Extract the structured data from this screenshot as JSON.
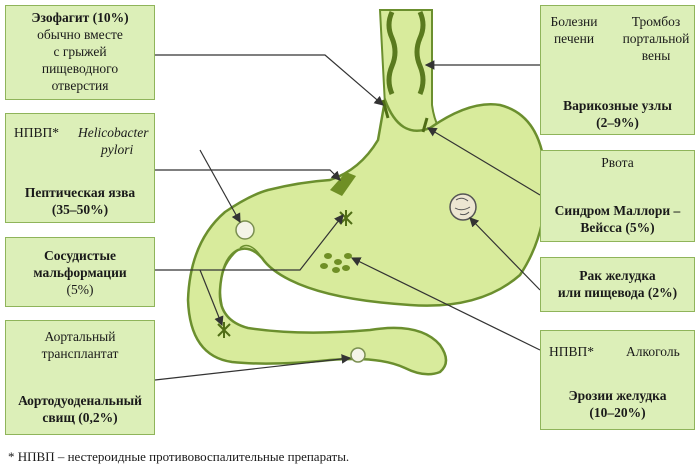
{
  "boxes": {
    "esophagitis": {
      "line1": "Эзофагит (10%)",
      "line2": "обычно вместе",
      "line3": "с грыжей",
      "line4": "пищеводного",
      "line5": "отверстия"
    },
    "peptic": {
      "cause1": "НПВП*",
      "cause2a": "Helicobacter",
      "cause2b": "pylori",
      "title": "Пептическая язва",
      "percent": "(35–50%)"
    },
    "vascular": {
      "line1": "Сосудистые",
      "line2": "мальформации",
      "percent": "(5%)"
    },
    "aortic": {
      "cause1": "Аортальный",
      "cause2": "трансплантат",
      "title": "Аортодуоденальный",
      "title2": "свищ (0,2%)"
    },
    "varices": {
      "cause1a": "Болезни",
      "cause1b": "печени",
      "cause2a": "Тромбоз",
      "cause2b": "портальной",
      "cause2c": "вены",
      "title": "Варикозные узлы",
      "percent": "(2–9%)"
    },
    "mallory": {
      "cause": "Рвота",
      "title": "Синдром Маллори –",
      "title2": "Вейсса (5%)"
    },
    "cancer": {
      "line1": "Рак желудка",
      "line2": "или пищевода (2%)"
    },
    "erosions": {
      "cause1": "НПВП*",
      "cause2": "Алкоголь",
      "title": "Эрозии желудка",
      "percent": "(10–20%)"
    }
  },
  "footnote": "* НПВП – нестероидные противовоспалительные препараты.",
  "colors": {
    "box_fill": "#dcefb8",
    "organ_fill": "#d8eb9c",
    "organ_stroke": "#6b8f2e",
    "lesion": "#6f8f25",
    "arrow": "#333333"
  }
}
